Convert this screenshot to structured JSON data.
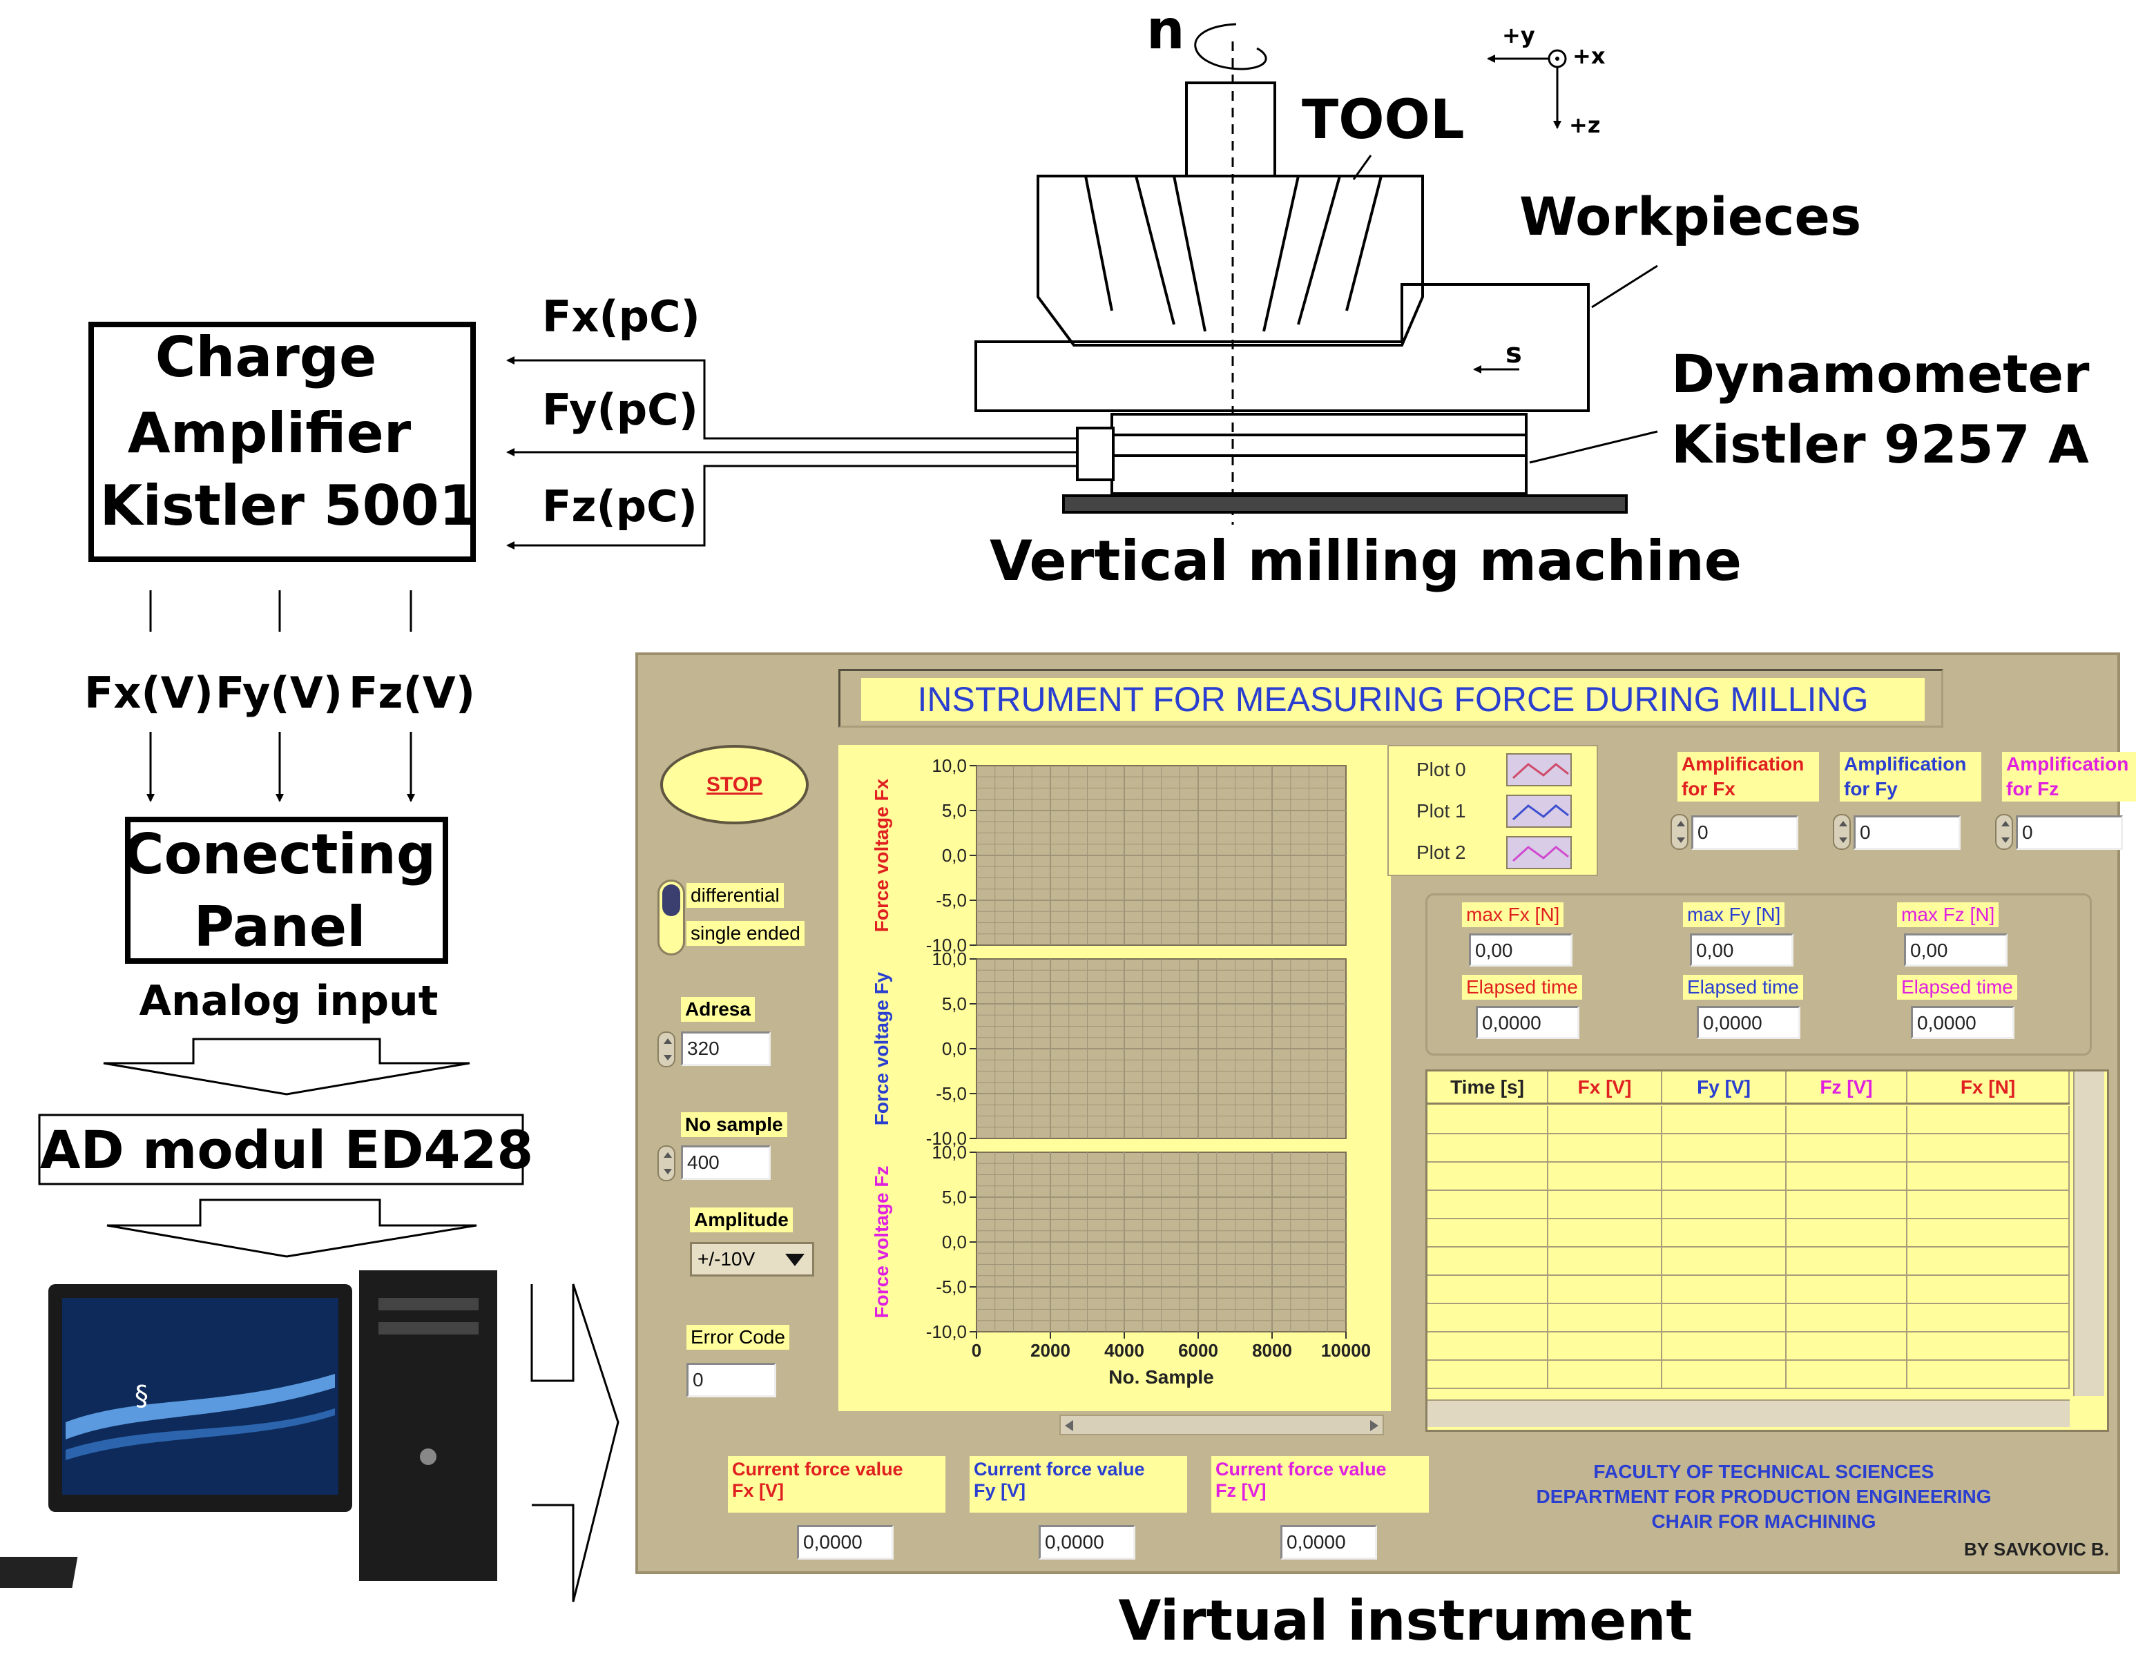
{
  "diagram": {
    "tool_spindle": "n",
    "axes": {
      "y": "+y",
      "x": "+x",
      "z": "+z"
    },
    "tool": "TOOL",
    "workpieces": "Workpieces",
    "feed": "s",
    "dynamometer_line1": "Dynamometer",
    "dynamometer_line2": "Kistler 9257 A",
    "machine": "Vertical milling machine",
    "charge_amp_line1": "Charge",
    "charge_amp_line2": "Amplifier",
    "charge_amp_line3": "Kistler 5001",
    "signal_fx_pc": "Fx(pC)",
    "signal_fy_pc": "Fy(pC)",
    "signal_fz_pc": "Fz(pC)",
    "signal_fx_v": "Fx(V)",
    "signal_fy_v": "Fy(V)",
    "signal_fz_v": "Fz(V)",
    "panel_line1": "Conecting",
    "panel_line2": "Panel",
    "analog_input": "Analog input",
    "ad_module": "AD modul ED428",
    "virtual_instrument": "Virtual instrument"
  },
  "vi": {
    "title": "INSTRUMENT FOR MEASURING FORCE DURING MILLING",
    "stop_label": "STOP",
    "mode_options": [
      "differential",
      "single ended"
    ],
    "adresa": {
      "label": "Adresa",
      "value": "320"
    },
    "no_sample": {
      "label": "No sample",
      "value": "400"
    },
    "amplitude": {
      "label": "Amplitude",
      "value": "+/-10V"
    },
    "error_code": {
      "label": "Error Code",
      "value": "0"
    },
    "legend": [
      {
        "label": "Plot 0",
        "color": "#d04a6a"
      },
      {
        "label": "Plot 1",
        "color": "#3d4fd0"
      },
      {
        "label": "Plot 2",
        "color": "#d04ad0"
      }
    ],
    "amplification": [
      {
        "label1": "Amplification",
        "label2": "for Fx",
        "value": "0",
        "color": "#e02020"
      },
      {
        "label1": "Amplification",
        "label2": "for Fy",
        "value": "0",
        "color": "#2a3fd0"
      },
      {
        "label1": "Amplification",
        "label2": "for Fz",
        "value": "0",
        "color": "#e020e0"
      }
    ],
    "max_forces": [
      {
        "label": "max Fx [N]",
        "value": "0,00",
        "elapsed_label": "Elapsed time",
        "elapsed": "0,0000",
        "color": "#e02020"
      },
      {
        "label": "max Fy [N]",
        "value": "0,00",
        "elapsed_label": "Elapsed time",
        "elapsed": "0,0000",
        "color": "#2a3fd0"
      },
      {
        "label": "max Fz [N]",
        "value": "0,00",
        "elapsed_label": "Elapsed time",
        "elapsed": "0,0000",
        "color": "#e020e0"
      }
    ],
    "table_columns": [
      {
        "label": "Time [s]",
        "color": "#222222"
      },
      {
        "label": "Fx [V]",
        "color": "#e02020"
      },
      {
        "label": "Fy [V]",
        "color": "#2a3fd0"
      },
      {
        "label": "Fz [V]",
        "color": "#e020e0"
      },
      {
        "label": "Fx [N]",
        "color": "#e02020"
      }
    ],
    "current_values": [
      {
        "label1": "Current force value",
        "label2": "Fx [V]",
        "value": "0,0000",
        "color": "#e02020"
      },
      {
        "label1": "Current force value",
        "label2": "Fy [V]",
        "value": "0,0000",
        "color": "#2a3fd0"
      },
      {
        "label1": "Current force value",
        "label2": "Fz [V]",
        "value": "0,0000",
        "color": "#e020e0"
      }
    ],
    "footer": {
      "line1": "FACULTY OF TECHNICAL SCIENCES",
      "line2": "DEPARTMENT FOR PRODUCTION ENGINEERING",
      "line3": "CHAIR FOR MACHINING",
      "author": "BY SAVKOVIC B."
    }
  },
  "chart_data": {
    "type": "line",
    "xlabel": "No. Sample",
    "x_ticks": [
      "0",
      "2000",
      "4000",
      "6000",
      "8000",
      "10000"
    ],
    "xlim": [
      0,
      10000
    ],
    "panels": [
      {
        "ylabel": "Force voltage Fx",
        "color": "#e02020",
        "y_ticks": [
          "10,0",
          "5,0",
          "0,0",
          "-5,0",
          "-10,0"
        ],
        "ylim": [
          -10,
          10
        ]
      },
      {
        "ylabel": "Force voltage Fy",
        "color": "#2a3fd0",
        "y_ticks": [
          "10,0",
          "5,0",
          "0,0",
          "-5,0",
          "-10,0"
        ],
        "ylim": [
          -10,
          10
        ]
      },
      {
        "ylabel": "Force voltage Fz",
        "color": "#e020e0",
        "y_ticks": [
          "10,0",
          "5,0",
          "0,0",
          "-5,0",
          "-10,0"
        ],
        "ylim": [
          -10,
          10
        ]
      }
    ],
    "grid": true,
    "series": []
  }
}
